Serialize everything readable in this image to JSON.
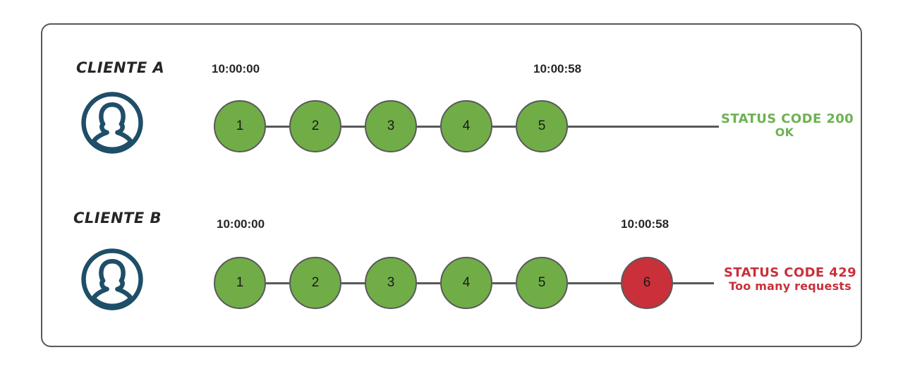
{
  "diagram": {
    "title_hidden": "",
    "colors": {
      "panel_border": "#595959",
      "node_border": "#595959",
      "node_success": "#70AD47",
      "node_error": "#C9303A",
      "avatar": "#1F4E68",
      "connector": "#595959",
      "status_ok": "#6CB252",
      "status_error": "#C9303A",
      "text": "#262626"
    },
    "rows": [
      {
        "id": "cliente-a",
        "label": "CLIENTE A",
        "avatar_icon": "user-avatar-icon",
        "start_time": "10:00:00",
        "end_time": "10:00:58",
        "nodes": [
          {
            "n": "1",
            "state": "ok"
          },
          {
            "n": "2",
            "state": "ok"
          },
          {
            "n": "3",
            "state": "ok"
          },
          {
            "n": "4",
            "state": "ok"
          },
          {
            "n": "5",
            "state": "ok"
          }
        ],
        "status_code": "STATUS CODE 200",
        "status_message": "OK",
        "status_state": "ok"
      },
      {
        "id": "cliente-b",
        "label": "CLIENTE B",
        "avatar_icon": "user-avatar-icon",
        "start_time": "10:00:00",
        "end_time": "10:00:58",
        "nodes": [
          {
            "n": "1",
            "state": "ok"
          },
          {
            "n": "2",
            "state": "ok"
          },
          {
            "n": "3",
            "state": "ok"
          },
          {
            "n": "4",
            "state": "ok"
          },
          {
            "n": "5",
            "state": "ok"
          },
          {
            "n": "6",
            "state": "error"
          }
        ],
        "status_code": "STATUS CODE 429",
        "status_message": "Too many requests",
        "status_state": "error"
      }
    ]
  }
}
